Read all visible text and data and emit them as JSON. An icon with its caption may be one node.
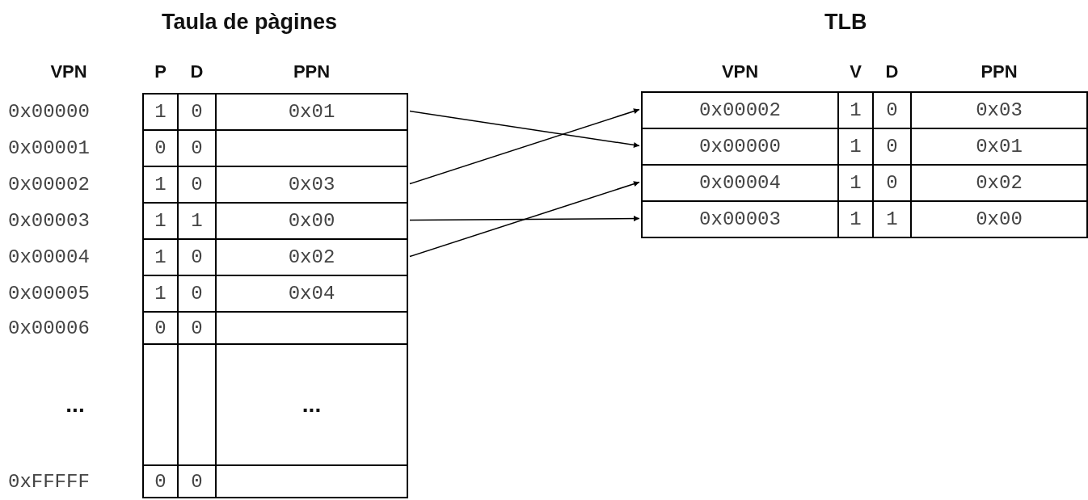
{
  "diagram": {
    "nodes": [
      {
        "text": [
          "Taula de pàgines"
        ]
      },
      {
        "text": [
          "0x00000",
          "1",
          "0",
          "0x01"
        ],
        "in": 0
      },
      {
        "text": [
          "0x00001",
          "0",
          "0"
        ],
        "in": 0
      },
      {
        "text": [
          "0x00002",
          "1",
          "0",
          "0x03"
        ],
        "in": 0
      },
      {
        "text": [
          "0x00003",
          "1",
          "1",
          "0x00"
        ],
        "in": 0
      },
      {
        "text": [
          "0x00004",
          "1",
          "0",
          "0x02"
        ],
        "in": 0
      },
      {
        "text": [
          "0x00005",
          "1",
          "0",
          "0x04"
        ],
        "in": 0
      },
      {
        "text": [
          "0x00006",
          "0",
          "0"
        ],
        "in": 0
      },
      {
        "text": [
          "...",
          "..."
        ],
        "in": 0
      },
      {
        "text": [
          "0xFFFFF",
          "0",
          "0"
        ],
        "in": 0
      },
      {
        "text": [
          "TLB"
        ]
      },
      {
        "text": [
          "0x00002",
          "1",
          "0",
          "0x03"
        ],
        "in": 10
      },
      {
        "text": [
          "0x00000",
          "1",
          "0",
          "0x01"
        ],
        "in": 10
      },
      {
        "text": [
          "0x00004",
          "1",
          "0",
          "0x02"
        ],
        "in": 10
      },
      {
        "text": [
          "0x00003",
          "1",
          "1",
          "0x00"
        ],
        "in": 10
      }
    ],
    "edges": [
      {
        "from": 1,
        "to": 12,
        "arrow": "to"
      },
      {
        "from": 3,
        "to": 11,
        "arrow": "to"
      },
      {
        "from": 4,
        "to": 14,
        "arrow": "to"
      },
      {
        "from": 5,
        "to": 13,
        "arrow": "to"
      }
    ],
    "labels": [
      "VPN",
      "P",
      "D",
      "PPN",
      "VPN",
      "V",
      "D",
      "PPN"
    ]
  }
}
